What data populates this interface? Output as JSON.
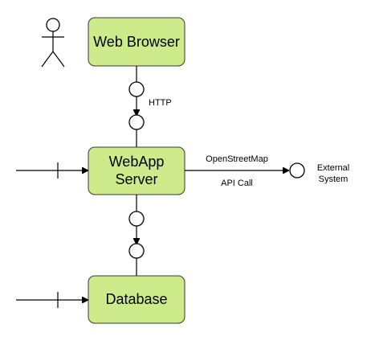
{
  "nodes": {
    "web_browser": {
      "label": "Web Browser"
    },
    "webapp_server": {
      "line1": "WebApp",
      "line2": "Server"
    },
    "database": {
      "label": "Database"
    },
    "external_system": {
      "line1": "External",
      "line2": "System"
    }
  },
  "edges": {
    "http": {
      "label": "HTTP"
    },
    "osm": {
      "line1": "OpenStreetMap",
      "line2": "API Call"
    }
  },
  "colors": {
    "box_fill": "#cdeb8b",
    "box_stroke": "#36393d"
  }
}
